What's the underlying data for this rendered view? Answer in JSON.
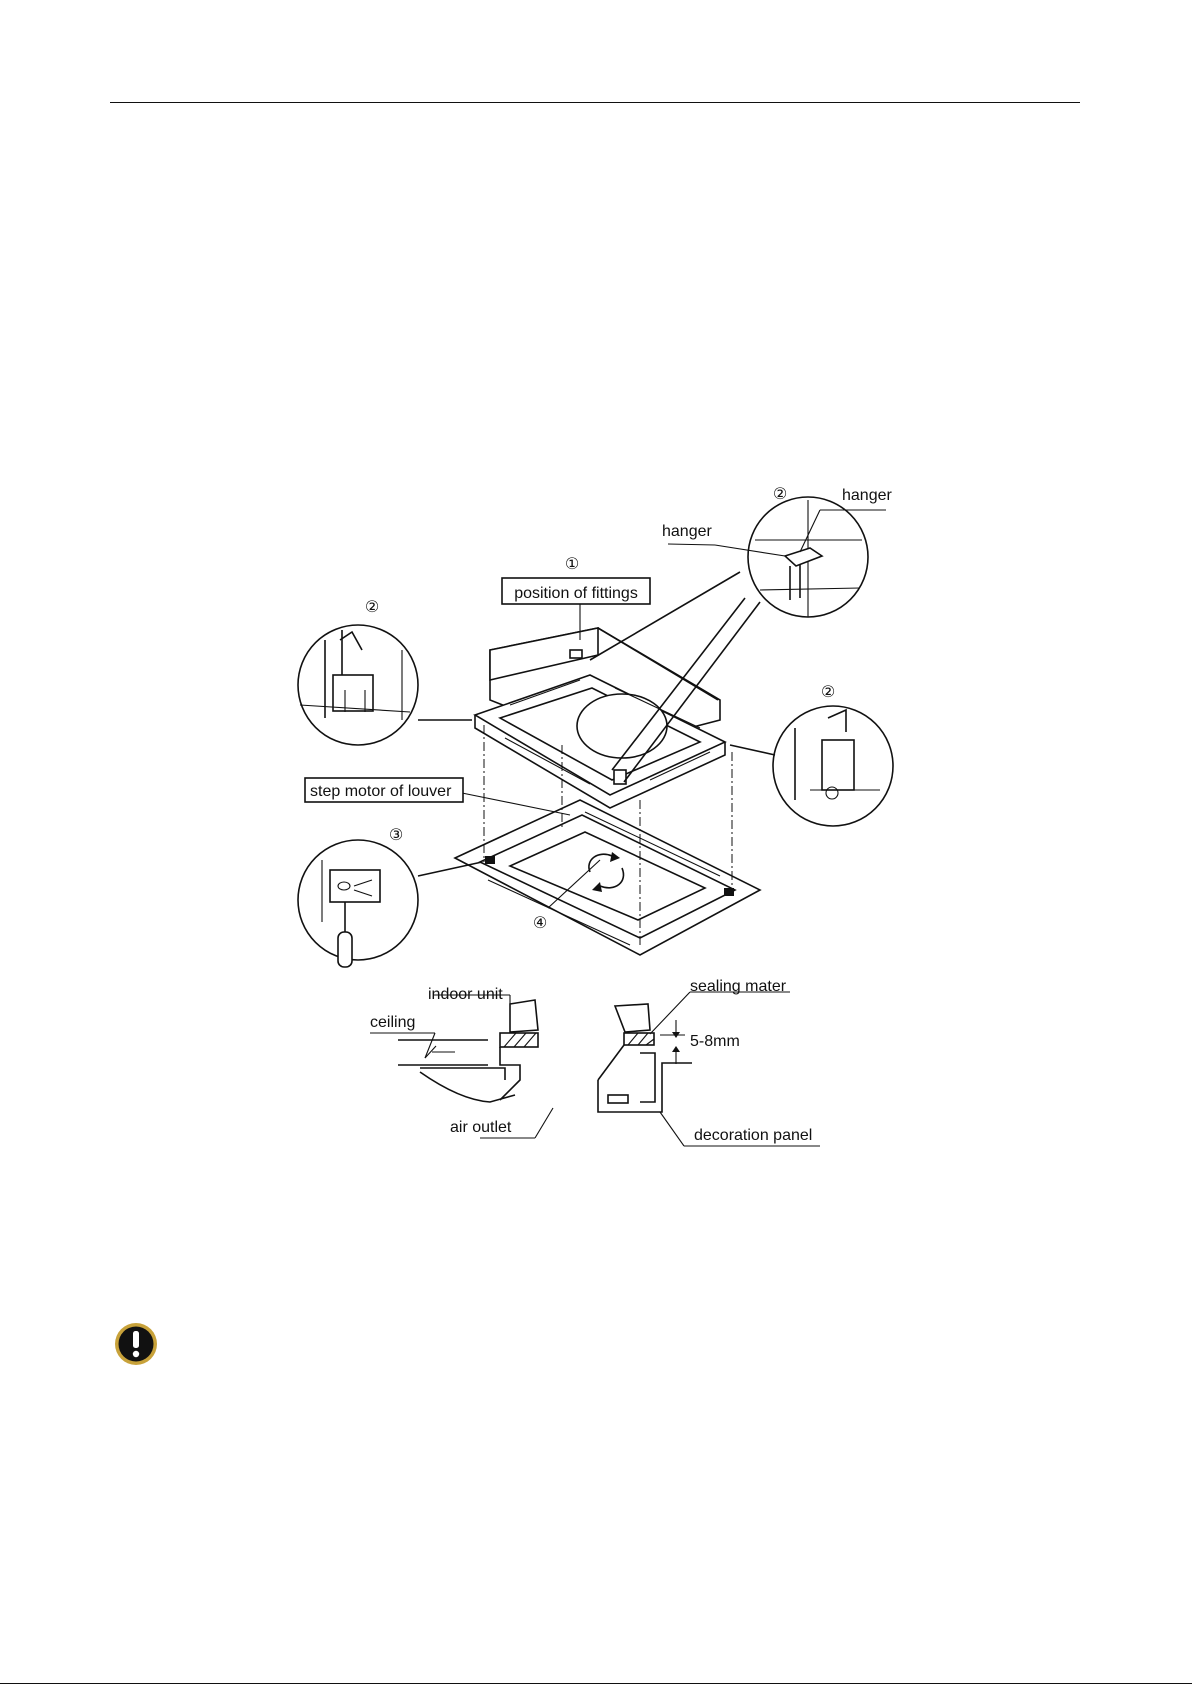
{
  "figure": {
    "callouts": {
      "c1": "①",
      "c2": "②",
      "c3": "③",
      "c4": "④"
    },
    "labels": {
      "position_of_fittings": "position of fittings",
      "hanger": "hanger",
      "step_motor": "step motor of louver",
      "indoor_unit": "indoor unit",
      "ceiling": "ceiling",
      "air_outlet": "air outlet",
      "sealing_mater": "sealing mater",
      "gap": "5-8mm",
      "decoration_panel": "decoration panel"
    }
  },
  "warning_icon": "exclamation-warning-icon"
}
